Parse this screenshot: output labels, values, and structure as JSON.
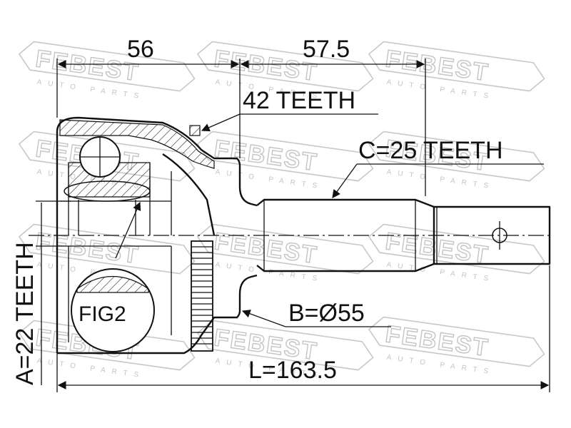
{
  "watermark": {
    "brand": "FEBEST",
    "subtext": "AUTO PARTS"
  },
  "dimensions": {
    "outer_length": "56",
    "inner_length": "57.5",
    "total_length": "L=163.5",
    "outer_spline": "42 TEETH",
    "shaft_spline": "C=25 TEETH",
    "housing_diameter": "B=Ø55",
    "inner_spline": "A=22 TEETH"
  },
  "labels": {
    "figure": "FIG2"
  }
}
